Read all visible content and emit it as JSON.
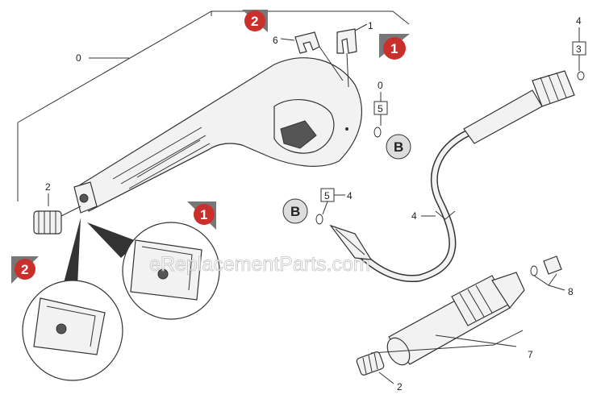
{
  "callouts": {
    "gun_assembly": "0",
    "clip_a": "1",
    "spring_left": "2",
    "spring_right": "2",
    "oring_small": "3",
    "hose_top": "4",
    "hose_mid": "4",
    "hose_bend": "4",
    "oring_group_top": "5",
    "oring_group_mid": "5",
    "clip_b": "6",
    "lance": "7",
    "nozzle": "8",
    "zero_mid": "0"
  },
  "badges": {
    "top_center": "2",
    "top_right": "1",
    "mid": "1",
    "left": "2"
  },
  "markers": {
    "b_upper": "B",
    "b_lower": "B"
  },
  "watermark": "eReplacementParts.com",
  "colors": {
    "badge": "#c9302c",
    "line": "#333333"
  }
}
